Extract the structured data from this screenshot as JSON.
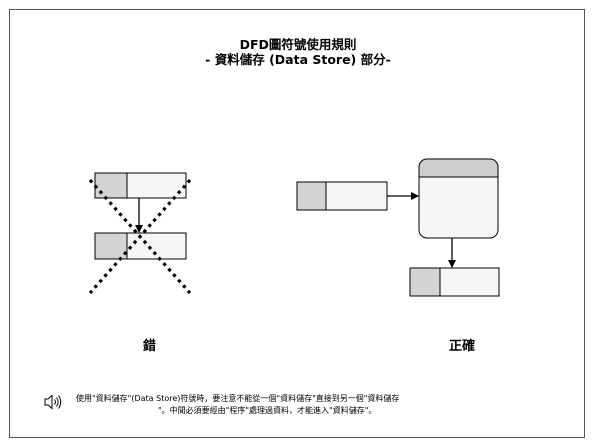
{
  "header": {
    "title": "DFD圖符號使用規則",
    "subtitle": "- 資料儲存 (Data Store) 部分-"
  },
  "labels": {
    "wrong": "錯",
    "right": "正確"
  },
  "note": {
    "icon": "speaker-icon",
    "line1": "使用\"資料儲存\"(Data Store)符號時，要注意不能從一個\"資料儲存\"直接到另一個\"資料儲存",
    "line2": "\"。中間必須要經由\"程序\"處理過資料，才能進入\"資料儲存\"。"
  },
  "colors": {
    "store_id_fill": "#d4d4d4",
    "store_body_fill": "#f6f6f6",
    "process_header_fill": "#cfcfcf",
    "process_body_fill": "#f6f6f6",
    "stroke": "#000000"
  }
}
